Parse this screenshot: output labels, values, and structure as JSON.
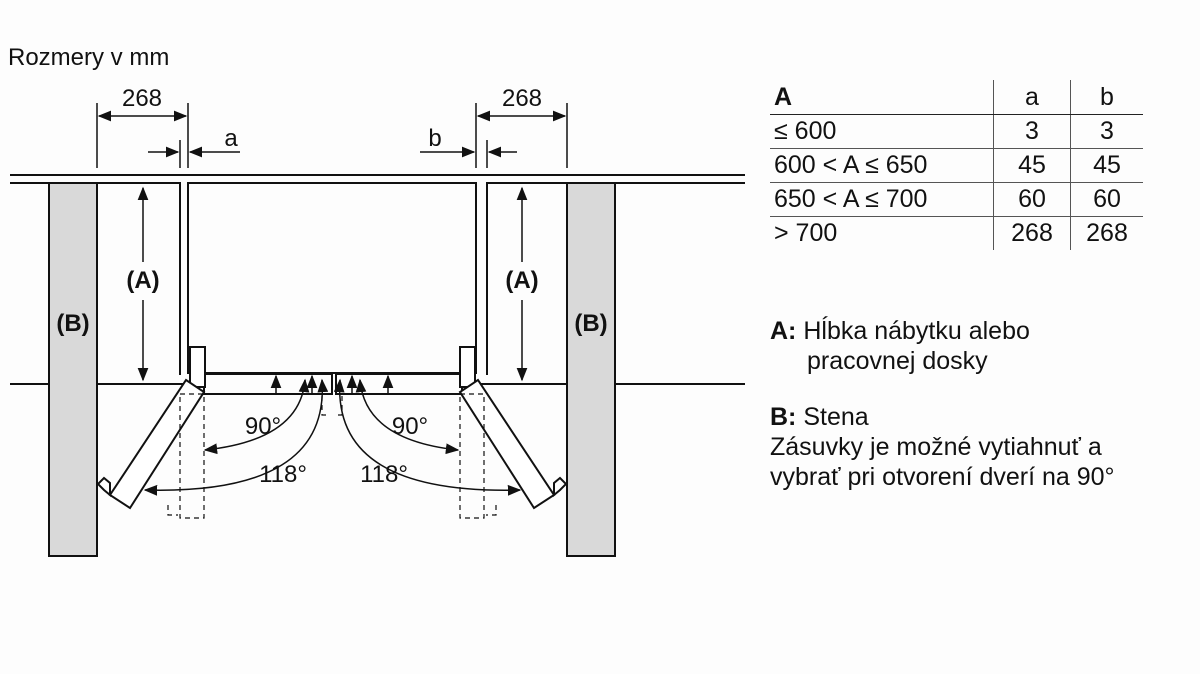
{
  "title": "Rozmery v mm",
  "diagram": {
    "dim_left": "268",
    "dim_right": "268",
    "gap_left": "a",
    "gap_right": "b",
    "label_A_left": "(A)",
    "label_A_right": "(A)",
    "label_B_left": "(B)",
    "label_B_right": "(B)",
    "angle_90_left": "90°",
    "angle_90_right": "90°",
    "angle_118_left": "118°",
    "angle_118_right": "118°"
  },
  "table": {
    "headers": [
      "A",
      "a",
      "b"
    ],
    "rows": [
      [
        "≤ 600",
        "3",
        "3"
      ],
      [
        "600 < A ≤ 650",
        "45",
        "45"
      ],
      [
        "650 < A ≤ 700",
        "60",
        "60"
      ],
      [
        "> 700",
        "268",
        "268"
      ]
    ]
  },
  "legend": {
    "a_key": "A:",
    "a_line1": "Hĺbka nábytku alebo",
    "a_line2": "pracovnej dosky",
    "b_key": "B:",
    "b_line1": "Stena",
    "note_line1": "Zásuvky je možné vytiahnuť a",
    "note_line2": "vybrať pri otvorení dverí na 90°"
  }
}
